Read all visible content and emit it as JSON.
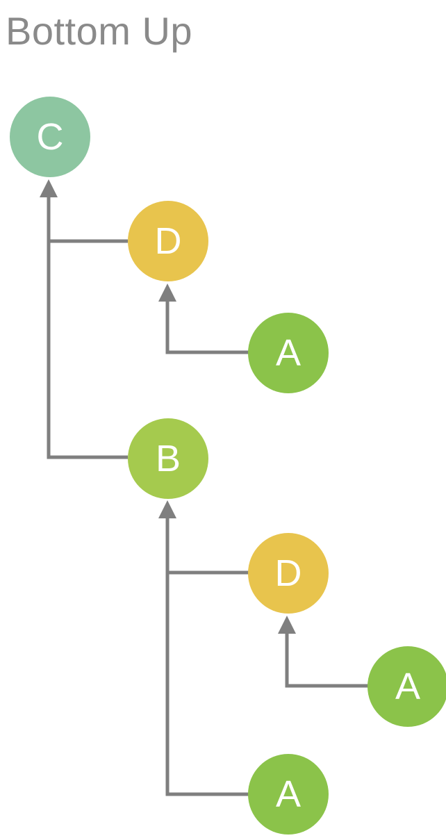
{
  "title": "Bottom Up",
  "colors": {
    "title_text": "#8a8a8a",
    "line": "#7f7f7f",
    "node_label": "#ffffff",
    "teal": "#8dc6a1",
    "yellow": "#e8c44d",
    "yellow_green": "#a5ca4e",
    "green": "#8bc34a"
  },
  "nodes": [
    {
      "id": "C",
      "label": "C",
      "color": "#8dc6a1"
    },
    {
      "id": "D1",
      "label": "D",
      "color": "#e8c44d"
    },
    {
      "id": "A1",
      "label": "A",
      "color": "#8bc34a"
    },
    {
      "id": "B",
      "label": "B",
      "color": "#a5ca4e"
    },
    {
      "id": "D2",
      "label": "D",
      "color": "#e8c44d"
    },
    {
      "id": "A2",
      "label": "A",
      "color": "#8bc34a"
    },
    {
      "id": "A3",
      "label": "A",
      "color": "#8bc34a"
    }
  ],
  "edges": [
    {
      "from": "D1",
      "to": "C"
    },
    {
      "from": "B",
      "to": "C"
    },
    {
      "from": "A1",
      "to": "D1"
    },
    {
      "from": "D2",
      "to": "B"
    },
    {
      "from": "A3",
      "to": "B"
    },
    {
      "from": "A2",
      "to": "D2"
    }
  ]
}
